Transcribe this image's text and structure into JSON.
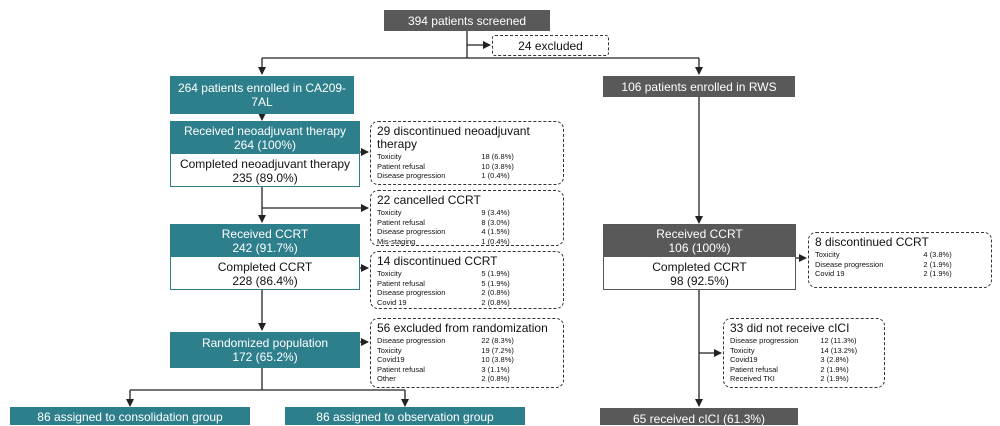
{
  "screened": "394 patients screened",
  "excluded": "24 excluded",
  "enrolled_ca209": "264 patients enrolled in CA209-7AL",
  "enrolled_rws": "106 patients enrolled in RWS",
  "neoadj": {
    "received_label": "Received neoadjuvant therapy",
    "received_value": "264 (100%)",
    "completed_label": "Completed neoadjuvant therapy",
    "completed_value": "235 (89.0%)"
  },
  "neoadj_discontinued": {
    "title": "29 discontinued neoadjuvant therapy",
    "rows": [
      {
        "label": "Toxicity",
        "value": "18 (6.8%)"
      },
      {
        "label": "Patient refusal",
        "value": "10 (3.8%)"
      },
      {
        "label": "Disease progression",
        "value": "1  (0.4%)"
      }
    ]
  },
  "ccrt_cancelled": {
    "title": "22 cancelled CCRT",
    "rows": [
      {
        "label": "Toxicity",
        "value": "9 (3.4%)"
      },
      {
        "label": "Patient refusal",
        "value": "8 (3.0%)"
      },
      {
        "label": "Disease progression",
        "value": "4 (1.5%)"
      },
      {
        "label": "Mis-staging",
        "value": "1 (0.4%)"
      }
    ]
  },
  "ccrt_trial": {
    "received_label": "Received CCRT",
    "received_value": "242 (91.7%)",
    "completed_label": "Completed CCRT",
    "completed_value": "228 (86.4%)"
  },
  "ccrt_discontinued": {
    "title": "14 discontinued CCRT",
    "rows": [
      {
        "label": "Toxicity",
        "value": "5 (1.9%)"
      },
      {
        "label": "Patient refusal",
        "value": "5 (1.9%)"
      },
      {
        "label": "Disease progression",
        "value": "2 (0.8%)"
      },
      {
        "label": "Covid 19",
        "value": "2 (0.8%)"
      }
    ]
  },
  "randomized": {
    "label": "Randomized population",
    "value": "172 (65.2%)"
  },
  "rand_excluded": {
    "title": "56 excluded from randomization",
    "rows": [
      {
        "label": "Disease progression",
        "value": "22 (8.3%)"
      },
      {
        "label": "Toxicity",
        "value": "19 (7.2%)"
      },
      {
        "label": "Covid19",
        "value": "10 (3.8%)"
      },
      {
        "label": "Patient refusal",
        "value": "3  (1.1%)"
      },
      {
        "label": "Other",
        "value": "2  (0.8%)"
      }
    ]
  },
  "consolidation": "86 assigned to consolidation group",
  "observation": "86 assigned to observation group",
  "ccrt_rws": {
    "received_label": "Received CCRT",
    "received_value": "106 (100%)",
    "completed_label": "Completed CCRT",
    "completed_value": "98 (92.5%)"
  },
  "rws_discontinued": {
    "title": "8 discontinued CCRT",
    "rows": [
      {
        "label": "Toxicity",
        "value": "4 (3.8%)"
      },
      {
        "label": "Disease progression",
        "value": "2 (1.9%)"
      },
      {
        "label": "Covid 19",
        "value": "2 (1.9%)"
      }
    ]
  },
  "no_cici": {
    "title": "33 did not receive cICI",
    "rows": [
      {
        "label": "Disease progression",
        "value": "12 (11.3%)"
      },
      {
        "label": "Toxicity",
        "value": "14 (13.2%)"
      },
      {
        "label": "Covid19",
        "value": "3 (2.8%)"
      },
      {
        "label": "Patient refusal",
        "value": "2  (1.9%)"
      },
      {
        "label": "Received TKI",
        "value": "2  (1.9%)"
      }
    ]
  },
  "received_cici": "65 received cICI (61.3%)"
}
